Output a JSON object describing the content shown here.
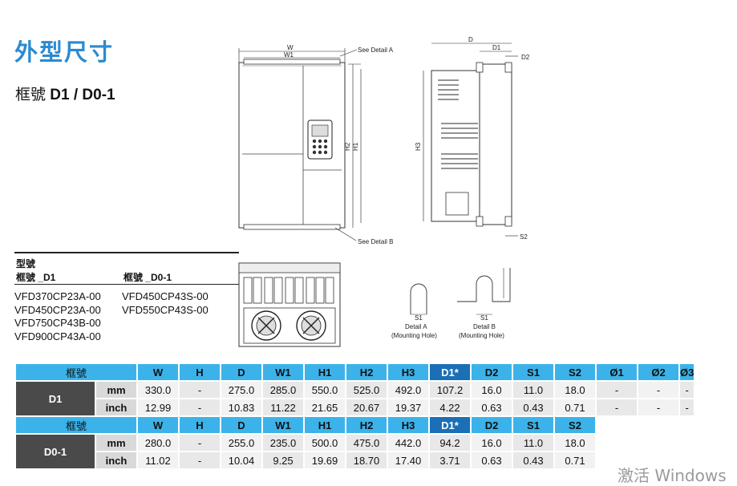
{
  "page": {
    "title": "外型尺寸",
    "subtitle_prefix": "框號 ",
    "subtitle_frames": "D1 / D0-1",
    "watermark": "激活 Windows"
  },
  "models": {
    "header_model": "型號",
    "header_frame_d1": "框號 _D1",
    "header_frame_d01": "框號 _D0-1",
    "d1_models": [
      "VFD370CP23A-00",
      "VFD450CP23A-00",
      "VFD750CP43B-00",
      "VFD900CP43A-00"
    ],
    "d01_models": [
      "VFD450CP43S-00",
      "VFD550CP43S-00"
    ]
  },
  "drawing_labels": {
    "W": "W",
    "W1": "W1",
    "D": "D",
    "D1": "D1",
    "D2": "D2",
    "H1": "H1",
    "H2": "H2",
    "H3": "H3",
    "S2": "S2",
    "S1": "S1",
    "see_detail_a": "See Detail A",
    "see_detail_b": "See Detail B",
    "detail_a": "Detail A",
    "detail_b": "Detail B",
    "mounting_hole": "(Mounting Hole)"
  },
  "table": {
    "frame_label": "框號",
    "headers_d1": [
      "W",
      "H",
      "D",
      "W1",
      "H1",
      "H2",
      "H3",
      "D1*",
      "D2",
      "S1",
      "S2",
      "Ø1",
      "Ø2",
      "Ø3"
    ],
    "headers_d01": [
      "W",
      "H",
      "D",
      "W1",
      "H1",
      "H2",
      "H3",
      "D1*",
      "D2",
      "S1",
      "S2"
    ],
    "d1": {
      "name": "D1",
      "mm_label": "mm",
      "inch_label": "inch",
      "mm": [
        "330.0",
        "-",
        "275.0",
        "285.0",
        "550.0",
        "525.0",
        "492.0",
        "107.2",
        "16.0",
        "11.0",
        "18.0",
        "-",
        "-",
        "-"
      ],
      "inch": [
        "12.99",
        "-",
        "10.83",
        "11.22",
        "21.65",
        "20.67",
        "19.37",
        "4.22",
        "0.63",
        "0.43",
        "0.71",
        "-",
        "-",
        "-"
      ]
    },
    "d01": {
      "name": "D0-1",
      "mm_label": "mm",
      "inch_label": "inch",
      "mm": [
        "280.0",
        "-",
        "255.0",
        "235.0",
        "500.0",
        "475.0",
        "442.0",
        "94.2",
        "16.0",
        "11.0",
        "18.0"
      ],
      "inch": [
        "11.02",
        "-",
        "10.04",
        "9.25",
        "19.69",
        "18.70",
        "17.40",
        "3.71",
        "0.63",
        "0.43",
        "0.71"
      ]
    }
  }
}
